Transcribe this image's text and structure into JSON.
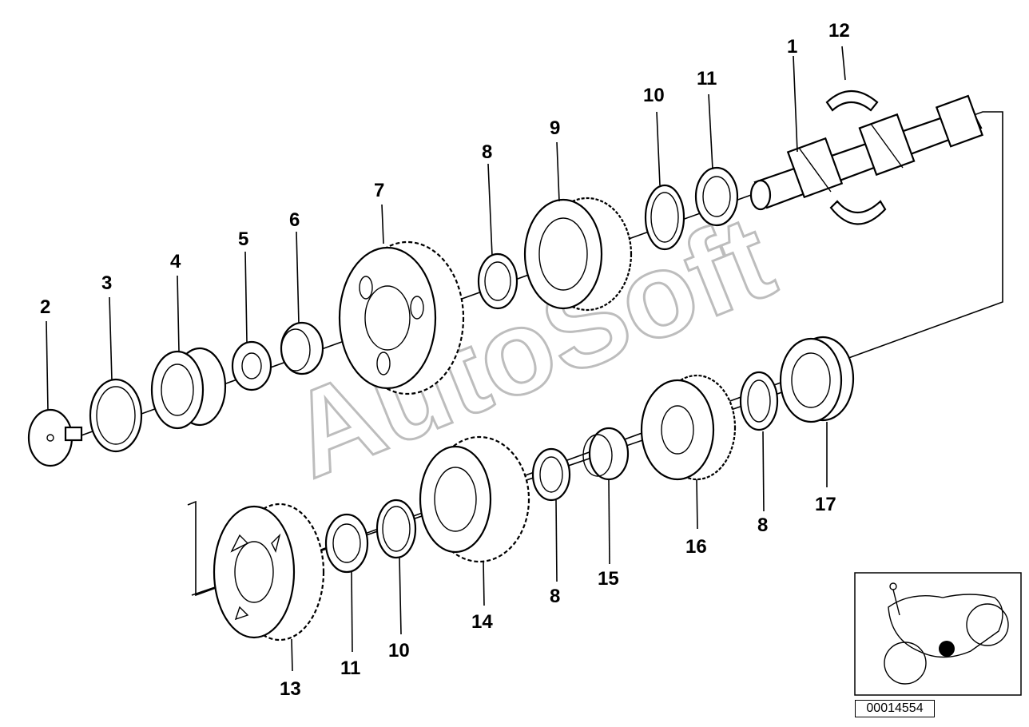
{
  "watermark": "AutoSoft",
  "document_number": "00014554",
  "callouts": [
    {
      "id": "c1",
      "label": "1"
    },
    {
      "id": "c12",
      "label": "12"
    },
    {
      "id": "c11a",
      "label": "11"
    },
    {
      "id": "c10a",
      "label": "10"
    },
    {
      "id": "c9",
      "label": "9"
    },
    {
      "id": "c8a",
      "label": "8"
    },
    {
      "id": "c7",
      "label": "7"
    },
    {
      "id": "c6",
      "label": "6"
    },
    {
      "id": "c5",
      "label": "5"
    },
    {
      "id": "c4",
      "label": "4"
    },
    {
      "id": "c3",
      "label": "3"
    },
    {
      "id": "c2",
      "label": "2"
    },
    {
      "id": "c17",
      "label": "17"
    },
    {
      "id": "c8b",
      "label": "8"
    },
    {
      "id": "c16",
      "label": "16"
    },
    {
      "id": "c15",
      "label": "15"
    },
    {
      "id": "c8c",
      "label": "8"
    },
    {
      "id": "c14",
      "label": "14"
    },
    {
      "id": "c10b",
      "label": "10"
    },
    {
      "id": "c11b",
      "label": "11"
    },
    {
      "id": "c13",
      "label": "13"
    }
  ],
  "colors": {
    "line": "#000000",
    "background": "#ffffff",
    "watermark_outline": "#bdbdbd",
    "marker": "#000000"
  }
}
